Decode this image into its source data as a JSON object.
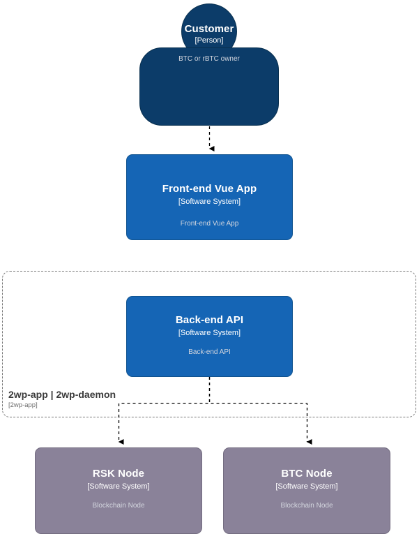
{
  "diagram": {
    "type": "c4-context-diagram",
    "colors": {
      "person_fill": "#0c3c69",
      "software_system_fill": "#1565b5",
      "external_node_fill": "#8a8299",
      "boundary_stroke": "#777777",
      "edge_stroke": "#000000",
      "title_text": "#ffffff",
      "description_text": "#d3d6de"
    }
  },
  "nodes": {
    "customer": {
      "title": "Customer",
      "type": "[Person]",
      "description": "BTC or rBTC owner",
      "shape": "person"
    },
    "frontend": {
      "title": "Front-end Vue App",
      "type": "[Software System]",
      "description": "Front-end Vue App",
      "shape": "rounded-box"
    },
    "backend": {
      "title": "Back-end API",
      "type": "[Software System]",
      "description": "Back-end API",
      "shape": "rounded-box"
    },
    "rsk_node": {
      "title": "RSK Node",
      "type": "[Software System]",
      "description": "Blockchain Node",
      "shape": "rounded-box"
    },
    "btc_node": {
      "title": "BTC Node",
      "type": "[Software System]",
      "description": "Blockchain Node",
      "shape": "rounded-box"
    }
  },
  "boundary": {
    "title": "2wp-app | 2wp-daemon",
    "type": "[2wp-app]",
    "style": "dashed"
  },
  "edges": [
    {
      "from": "customer",
      "to": "frontend",
      "style": "dashed",
      "arrow": "filled-triangle"
    },
    {
      "from": "backend",
      "to": "rsk_node",
      "style": "dashed",
      "arrow": "filled-triangle"
    },
    {
      "from": "backend",
      "to": "btc_node",
      "style": "dashed",
      "arrow": "filled-triangle"
    }
  ]
}
